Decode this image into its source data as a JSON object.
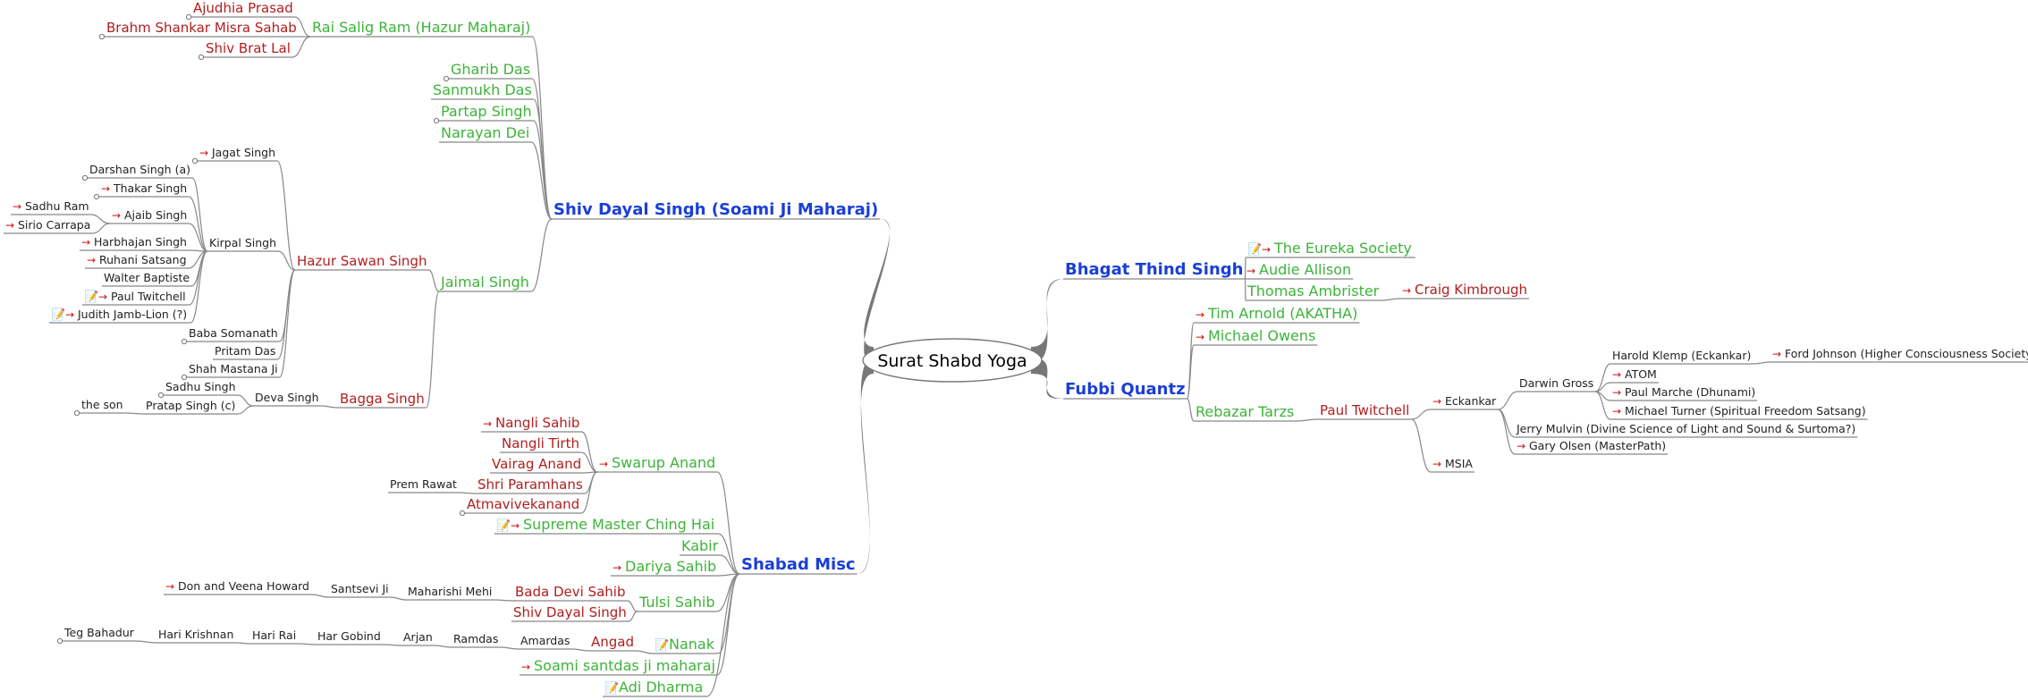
{
  "root": "Surat Shabd Yoga",
  "colors": {
    "level1": "#1a3fd6",
    "green": "#3db33a",
    "red": "#b01e1e",
    "dark": "#222222",
    "arrow": "#d01010",
    "edge": "#888888"
  },
  "icons": {
    "arrow": "red-link-arrow-icon",
    "memo": "note-icon"
  },
  "nodes": [
    {
      "id": "n1",
      "text": "Shiv Dayal Singh (Soami Ji Maharaj)"
    },
    {
      "id": "n2",
      "text": "Rai Salig Ram (Hazur Maharaj)"
    },
    {
      "id": "n3",
      "text": "Ajudhia Prasad"
    },
    {
      "id": "n4",
      "text": "Brahm Shankar Misra Sahab"
    },
    {
      "id": "n5",
      "text": "Shiv Brat Lal"
    },
    {
      "id": "n6",
      "text": "Gharib Das"
    },
    {
      "id": "n7",
      "text": "Sanmukh Das"
    },
    {
      "id": "n8",
      "text": "Partap Singh"
    },
    {
      "id": "n9",
      "text": "Narayan Dei"
    },
    {
      "id": "n10",
      "text": "Jaimal Singh"
    },
    {
      "id": "n11",
      "text": "Hazur Sawan Singh"
    },
    {
      "id": "n12",
      "text": "Jagat Singh"
    },
    {
      "id": "n13",
      "text": "Kirpal Singh"
    },
    {
      "id": "n14",
      "text": "Darshan Singh (a)"
    },
    {
      "id": "n15",
      "text": "Thakar Singh"
    },
    {
      "id": "n16",
      "text": "Ajaib Singh"
    },
    {
      "id": "n17",
      "text": "Sadhu Ram"
    },
    {
      "id": "n18",
      "text": "Sirio Carrapa"
    },
    {
      "id": "n19",
      "text": "Harbhajan Singh"
    },
    {
      "id": "n20",
      "text": "Ruhani Satsang"
    },
    {
      "id": "n21",
      "text": "Walter Baptiste"
    },
    {
      "id": "n22",
      "text": "Paul Twitchell"
    },
    {
      "id": "n23",
      "text": "Judith Jamb-Lion (?)"
    },
    {
      "id": "n24",
      "text": "Baba Somanath"
    },
    {
      "id": "n25",
      "text": "Pritam Das"
    },
    {
      "id": "n26",
      "text": "Shah Mastana Ji"
    },
    {
      "id": "n27",
      "text": "Bagga Singh"
    },
    {
      "id": "n28",
      "text": "Deva Singh"
    },
    {
      "id": "n29",
      "text": "Sadhu Singh"
    },
    {
      "id": "n30",
      "text": "Pratap Singh (c)"
    },
    {
      "id": "n31",
      "text": "the son"
    },
    {
      "id": "n32",
      "text": "Shabad Misc"
    },
    {
      "id": "n33",
      "text": "Swarup Anand"
    },
    {
      "id": "n34",
      "text": "Nangli Sahib"
    },
    {
      "id": "n35",
      "text": "Nangli Tirth"
    },
    {
      "id": "n36",
      "text": "Vairag Anand"
    },
    {
      "id": "n37",
      "text": "Shri Paramhans"
    },
    {
      "id": "n38",
      "text": "Prem Rawat"
    },
    {
      "id": "n39",
      "text": "Atmavivekanand"
    },
    {
      "id": "n40",
      "text": "Supreme Master Ching Hai"
    },
    {
      "id": "n41",
      "text": "Kabir"
    },
    {
      "id": "n42",
      "text": "Dariya Sahib"
    },
    {
      "id": "n43",
      "text": "Tulsi Sahib"
    },
    {
      "id": "n44",
      "text": "Bada Devi Sahib"
    },
    {
      "id": "n45",
      "text": "Maharishi Mehi"
    },
    {
      "id": "n46",
      "text": "Santsevi Ji"
    },
    {
      "id": "n47",
      "text": "Don and Veena Howard"
    },
    {
      "id": "n48",
      "text": "Shiv Dayal Singh"
    },
    {
      "id": "n49",
      "text": "Nanak"
    },
    {
      "id": "n50",
      "text": "Angad"
    },
    {
      "id": "n51",
      "text": "Amardas"
    },
    {
      "id": "n52",
      "text": "Ramdas"
    },
    {
      "id": "n53",
      "text": "Arjan"
    },
    {
      "id": "n54",
      "text": "Har Gobind"
    },
    {
      "id": "n55",
      "text": "Hari Rai"
    },
    {
      "id": "n56",
      "text": "Hari Krishnan"
    },
    {
      "id": "n57",
      "text": "Teg Bahadur"
    },
    {
      "id": "n58",
      "text": "Soami santdas ji maharaj"
    },
    {
      "id": "n59",
      "text": "Adi Dharma"
    },
    {
      "id": "n60",
      "text": "Bhagat Thind Singh"
    },
    {
      "id": "n61",
      "text": "The Eureka Society"
    },
    {
      "id": "n62",
      "text": "Audie Allison"
    },
    {
      "id": "n63",
      "text": "Thomas Ambrister"
    },
    {
      "id": "n64",
      "text": "Craig Kimbrough"
    },
    {
      "id": "n65",
      "text": "Fubbi Quantz"
    },
    {
      "id": "n66",
      "text": "Tim Arnold (AKATHA)"
    },
    {
      "id": "n67",
      "text": "Michael Owens"
    },
    {
      "id": "n68",
      "text": "Rebazar Tarzs"
    },
    {
      "id": "n69",
      "text": "Paul Twitchell"
    },
    {
      "id": "n70",
      "text": "Eckankar"
    },
    {
      "id": "n71",
      "text": "Darwin Gross"
    },
    {
      "id": "n72",
      "text": "Harold Klemp (Eckankar)"
    },
    {
      "id": "n73",
      "text": "Ford Johnson (Higher Consciousness Society)"
    },
    {
      "id": "n74",
      "text": "ATOM"
    },
    {
      "id": "n75",
      "text": "Paul Marche (Dhunami)"
    },
    {
      "id": "n76",
      "text": "Michael Turner (Spiritual Freedom Satsang)"
    },
    {
      "id": "n77",
      "text": "Jerry Mulvin (Divine Science of Light and Sound & Surtoma?)"
    },
    {
      "id": "n78",
      "text": "Gary Olsen (MasterPath)"
    },
    {
      "id": "n79",
      "text": "MSIA"
    }
  ]
}
